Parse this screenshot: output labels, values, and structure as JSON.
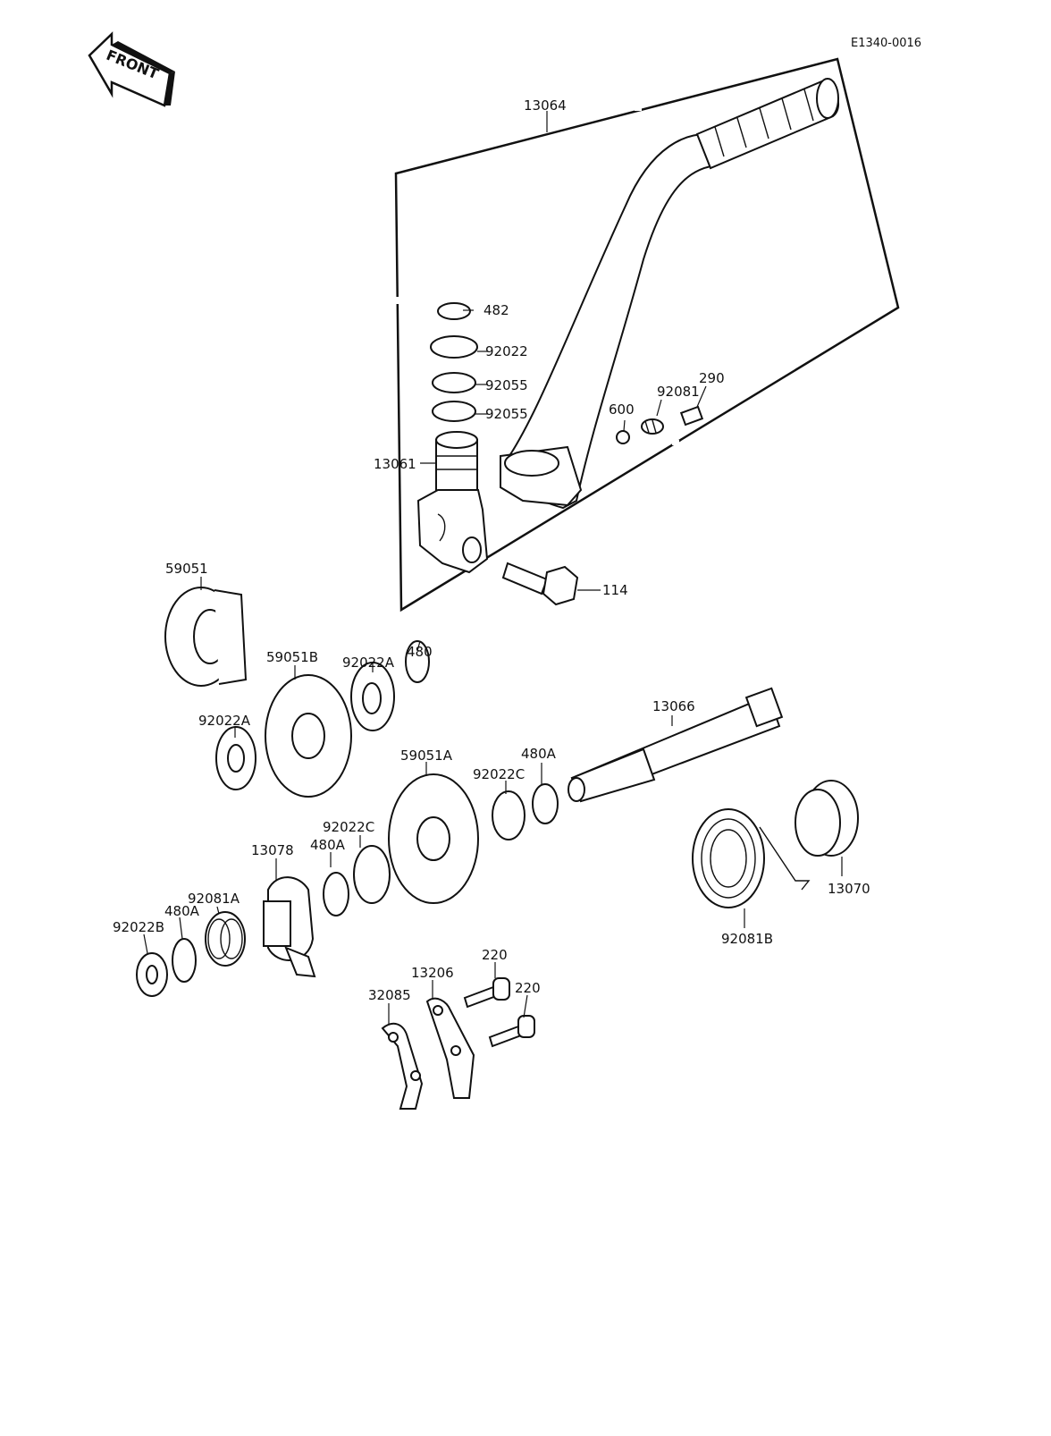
{
  "diagram_code": "E1340-0016",
  "front_label": "FRONT",
  "parts": {
    "p13064": "13064",
    "p482": "482",
    "p92022": "92022",
    "p92055a": "92055",
    "p92055b": "92055",
    "p13061": "13061",
    "p92081": "92081",
    "p290": "290",
    "p600": "600",
    "p114": "114",
    "p59051": "59051",
    "p59051B": "59051B",
    "p92022A_1": "92022A",
    "p480": "480",
    "p92022A_2": "92022A",
    "p13066": "13066",
    "p59051A": "59051A",
    "p480A_1": "480A",
    "p92022C_1": "92022C",
    "p92022C_2": "92022C",
    "p13078": "13078",
    "p480A_2": "480A",
    "p92081A": "92081A",
    "p480A_3": "480A",
    "p92022B": "92022B",
    "p13070": "13070",
    "p92081B": "92081B",
    "p220a": "220",
    "p220b": "220",
    "p13206": "13206",
    "p32085": "32085"
  }
}
